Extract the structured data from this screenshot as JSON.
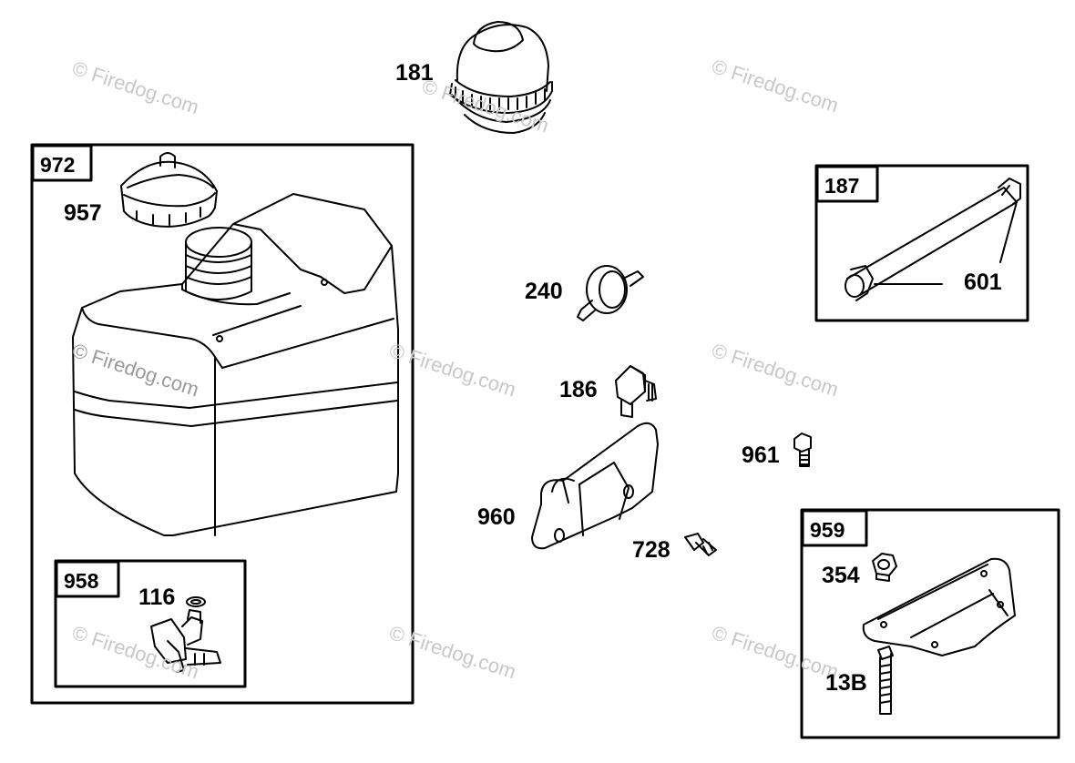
{
  "colors": {
    "line": "#000000",
    "watermark": "#c8c8c8",
    "background": "#ffffff"
  },
  "watermark": {
    "text": "© Firedog.com"
  },
  "boxes": {
    "b972": "972",
    "b958": "958",
    "b187": "187",
    "b959": "959"
  },
  "parts": {
    "p181": "181",
    "p957": "957",
    "p240": "240",
    "p186": "186",
    "p961": "961",
    "p960": "960",
    "p728": "728",
    "p116": "116",
    "p601": "601",
    "p354": "354",
    "p13b": "13B"
  }
}
